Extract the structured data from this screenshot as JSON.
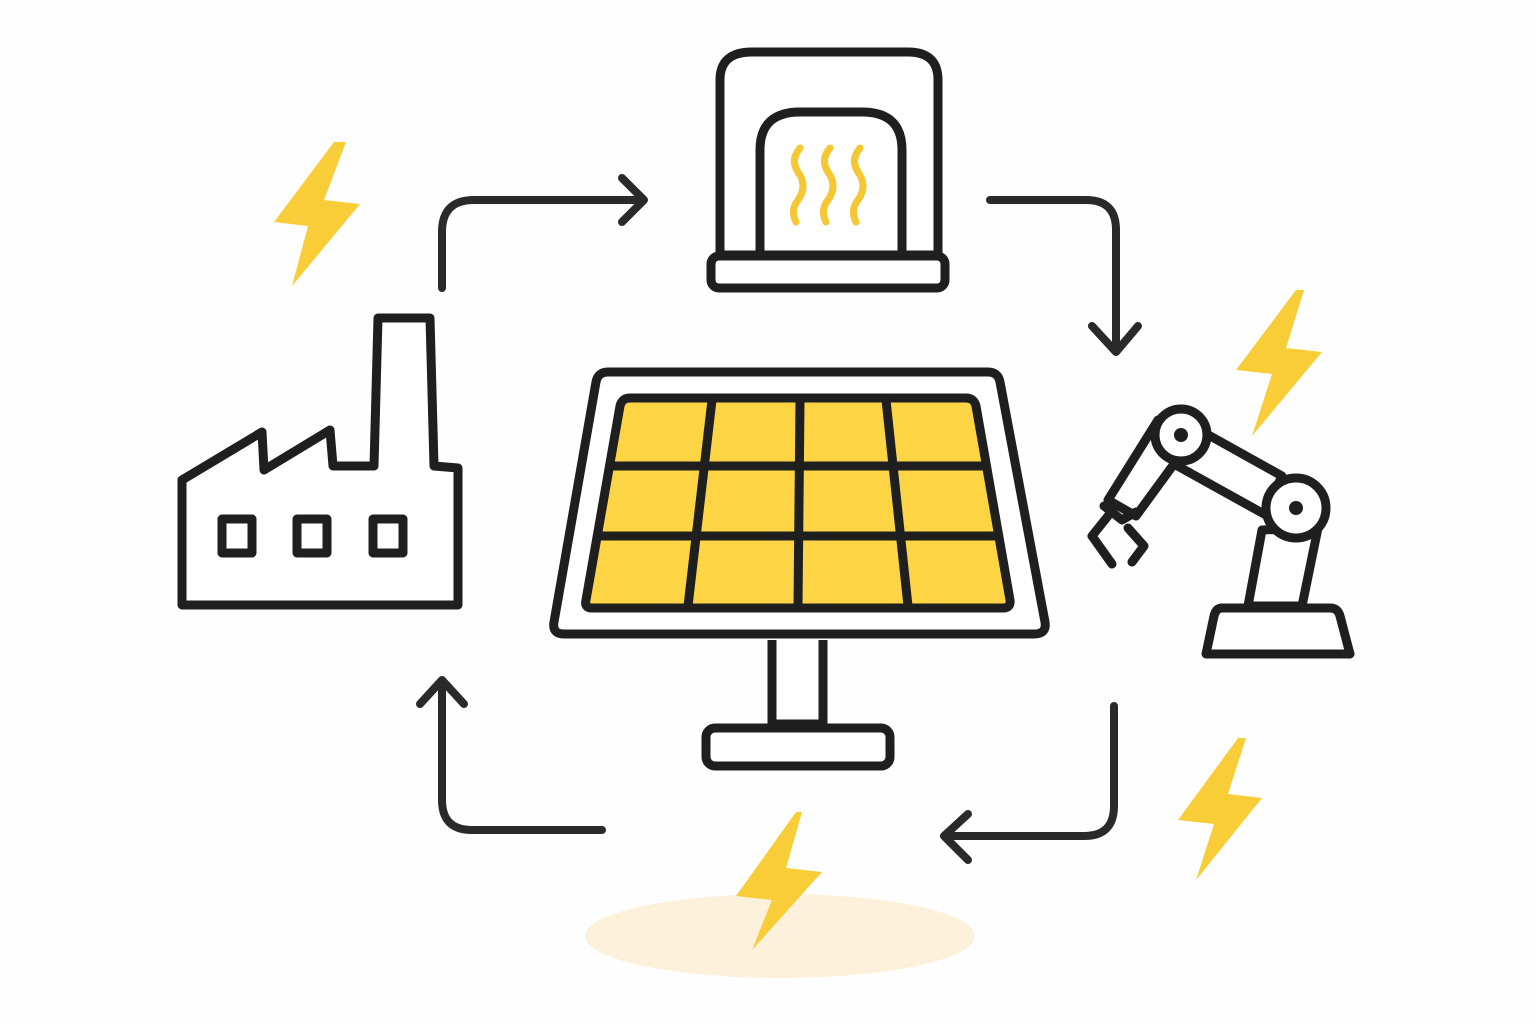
{
  "diagram": {
    "kind": "energy-cycle",
    "nodes": [
      {
        "id": "factory",
        "icon": "factory-icon"
      },
      {
        "id": "furnace",
        "icon": "heater-icon"
      },
      {
        "id": "robot",
        "icon": "robot-arm-icon"
      },
      {
        "id": "solar",
        "icon": "solar-panel-icon"
      }
    ],
    "flow": [
      "factory",
      "furnace",
      "robot",
      "solar",
      "factory"
    ],
    "colors": {
      "ink": "#1f1f1f",
      "accent_yellow": "#fcd444",
      "bolt_yellow": "#f8cd38",
      "glow": "#fdf1dc",
      "background": "#fefefe"
    }
  }
}
